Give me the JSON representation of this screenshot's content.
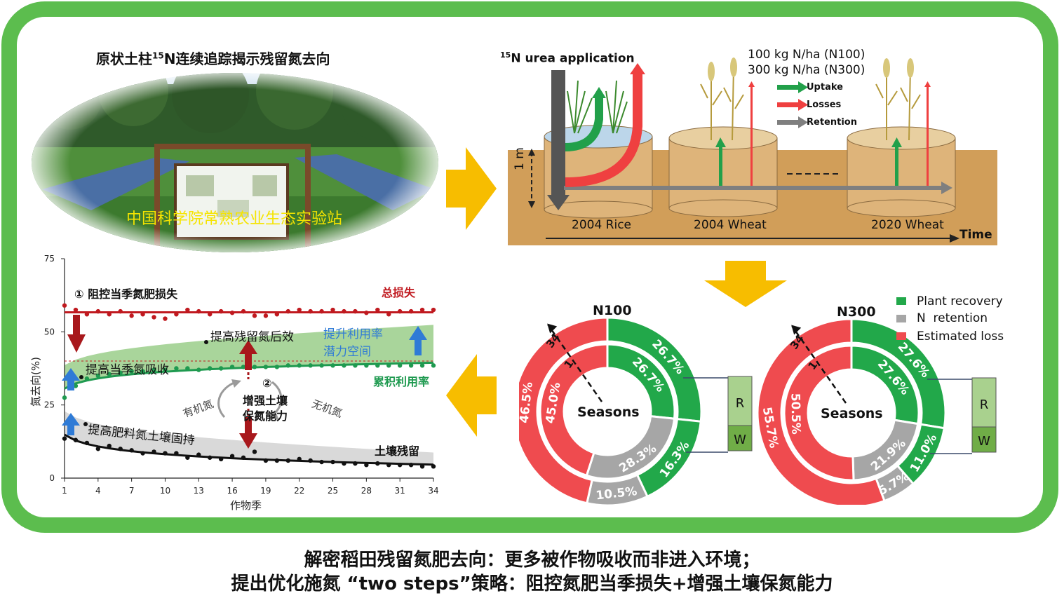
{
  "photo": {
    "title_pre": "原状土柱",
    "title_sup": "15",
    "title_post": "N连续追踪揭示残留氮去向",
    "station_label": "中国科学院常熟农业生态实验站"
  },
  "experiment": {
    "application_sup": "15",
    "application_label": "N urea application",
    "rate1": "100 kg N/ha (N100)",
    "rate2": "300 kg N/ha (N300)",
    "legend": [
      "Uptake",
      "Losses",
      "Retention"
    ],
    "depth_label": "1 m",
    "seasons": [
      "2004 Rice",
      "2004 Wheat",
      "2020 Wheat"
    ],
    "time_label": "Time"
  },
  "line_chart": {
    "y_axis_label": "氮去向(%)",
    "x_axis_label": "作物季",
    "annot_step1": "① 阻控当季氮肥损失",
    "label_total_loss": "总损失",
    "annot_residual_effect": "提高残留氮后效",
    "annot_potential_line1": "提升利用率",
    "annot_potential_line2": "潜力空间",
    "annot_season_uptake": "提高当季氮吸收",
    "label_cumulative_use": "累积利用率",
    "annot_step2_num": "②",
    "annot_step2_line1": "增强土壤",
    "annot_step2_line2": "保氮能力",
    "label_organic_n": "有机氮",
    "label_inorganic_n": "无机氮",
    "annot_fixation": "提高肥料氮土壤固持",
    "label_soil_residual": "土壤残留"
  },
  "chart_data": {
    "type": "scatter",
    "x_ticks": [
      "1",
      "4",
      "7",
      "10",
      "13",
      "16",
      "19",
      "22",
      "25",
      "28",
      "31",
      "34"
    ],
    "y_ticks": [
      "0",
      "25",
      "50",
      "75"
    ],
    "xlim": [
      1,
      34
    ],
    "ylim": [
      0,
      75
    ],
    "x": [
      1,
      2,
      3,
      4,
      5,
      6,
      7,
      8,
      9,
      10,
      11,
      12,
      13,
      14,
      15,
      16,
      17,
      18,
      19,
      20,
      21,
      22,
      23,
      24,
      25,
      26,
      27,
      28,
      29,
      30,
      31,
      32,
      33,
      34
    ],
    "series": [
      {
        "name": "总损失",
        "color": "#c0191f",
        "values": [
          59,
          57.5,
          56,
          57,
          56,
          57,
          55.5,
          56,
          55,
          54.5,
          56,
          57.5,
          57,
          56,
          57,
          56.5,
          57,
          55.5,
          55.5,
          56,
          57,
          57.5,
          57,
          57,
          57.5,
          57,
          57,
          56.5,
          57.5,
          56,
          57,
          57,
          57.5,
          57.5
        ]
      },
      {
        "name": "累积利用率",
        "color": "#1f9a50",
        "values": [
          27.5,
          31.5,
          34,
          35,
          35.5,
          36,
          36.5,
          36.5,
          37,
          37,
          37.5,
          37.5,
          37,
          37.5,
          37.5,
          38,
          38,
          38,
          38,
          38,
          38.5,
          38.5,
          38.5,
          38.5,
          38.5,
          38.5,
          38.5,
          38.5,
          38.5,
          38.5,
          38.5,
          38.5,
          38.5,
          38.5
        ]
      },
      {
        "name": "土壤残留",
        "color": "#111111",
        "values": [
          13.5,
          13,
          12,
          10,
          11,
          10,
          9.5,
          8.5,
          9,
          8.5,
          8.5,
          7,
          8,
          7,
          6.5,
          7.5,
          7,
          9,
          6,
          6,
          6,
          6.5,
          6,
          5.5,
          5.5,
          5,
          5,
          4.5,
          5,
          4.5,
          4.5,
          4.5,
          4,
          4
        ]
      }
    ],
    "donuts": [
      {
        "title": "N100",
        "inner_label": "1",
        "outer_label": "34",
        "center_label": "Seasons",
        "inner": {
          "Plant recovery": 26.7,
          "N retention": 28.3,
          "Estimated loss": 45.0
        },
        "outer": {
          "Plant recovery": 26.7,
          "Plant recovery (later seasons)": 16.3,
          "N retention": 10.5,
          "Estimated loss": 46.5
        },
        "bar_labels": [
          "R",
          "W"
        ]
      },
      {
        "title": "N300",
        "inner_label": "1",
        "outer_label": "34",
        "center_label": "Seasons",
        "inner": {
          "Plant recovery": 27.6,
          "N retention": 21.9,
          "Estimated loss": 50.5
        },
        "outer": {
          "Plant recovery": 27.6,
          "Plant recovery (later seasons)": 11.0,
          "N retention": 5.7,
          "Estimated loss": 55.7
        },
        "bar_labels": [
          "R",
          "W"
        ]
      }
    ],
    "legend": [
      {
        "name": "Plant recovery",
        "color": "#22a84a"
      },
      {
        "name": "N  retention",
        "color": "#a6a6a6"
      },
      {
        "name": "Estimated loss",
        "color": "#ef4b4f"
      }
    ]
  },
  "caption": {
    "line1": "解密稻田残留氮肥去向：更多被作物吸收而非进入环境；",
    "line2": "提出优化施氮 “two steps”策略：阻控氮肥当季损失+增强土壤保氮能力"
  }
}
